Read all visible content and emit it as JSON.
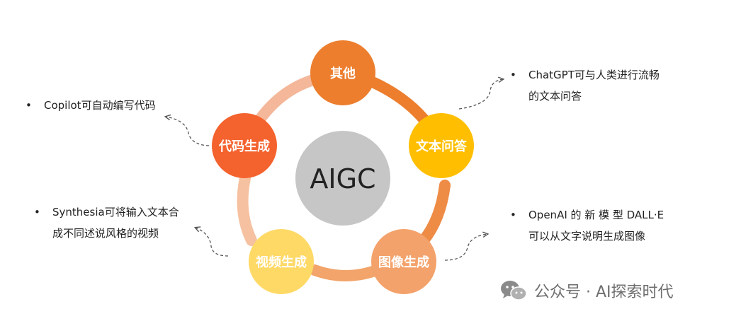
{
  "center": {
    "label": "AIGC",
    "color": "#c6c6c6"
  },
  "nodes": [
    {
      "id": "other",
      "label": "其他",
      "color": "#ec7e2e"
    },
    {
      "id": "text-qa",
      "label": "文本问答",
      "color": "#ffbf00"
    },
    {
      "id": "image-gen",
      "label": "图像生成",
      "color": "#f4a26b"
    },
    {
      "id": "video-gen",
      "label": "视频生成",
      "color": "#ffd966"
    },
    {
      "id": "code-gen",
      "label": "代码生成",
      "color": "#f4622e"
    }
  ],
  "ring_colors": {
    "top_right": "#ec7e2e",
    "right": "#ee8b45",
    "bottom": "#f2a46a",
    "left": "#f6c1a0",
    "top_left": "#f4b79a"
  },
  "annotations": {
    "chatgpt": {
      "bullet": "•",
      "lines": [
        "ChatGPT可与人类进行流畅",
        "的文本问答"
      ]
    },
    "copilot": {
      "bullet": "•",
      "lines": [
        "Copilot可自动编写代码"
      ]
    },
    "synthesia": {
      "bullet": "•",
      "lines": [
        "Synthesia可将输入文本合",
        "成不同述说风格的视频"
      ]
    },
    "openai": {
      "bullet": "•",
      "lines": [
        "OpenAI 的 新 模 型 DALL·E",
        "可以从文字说明生成图像"
      ]
    }
  },
  "watermark": {
    "text": "公众号 · AI探索时代",
    "icon": "wechat-icon"
  }
}
